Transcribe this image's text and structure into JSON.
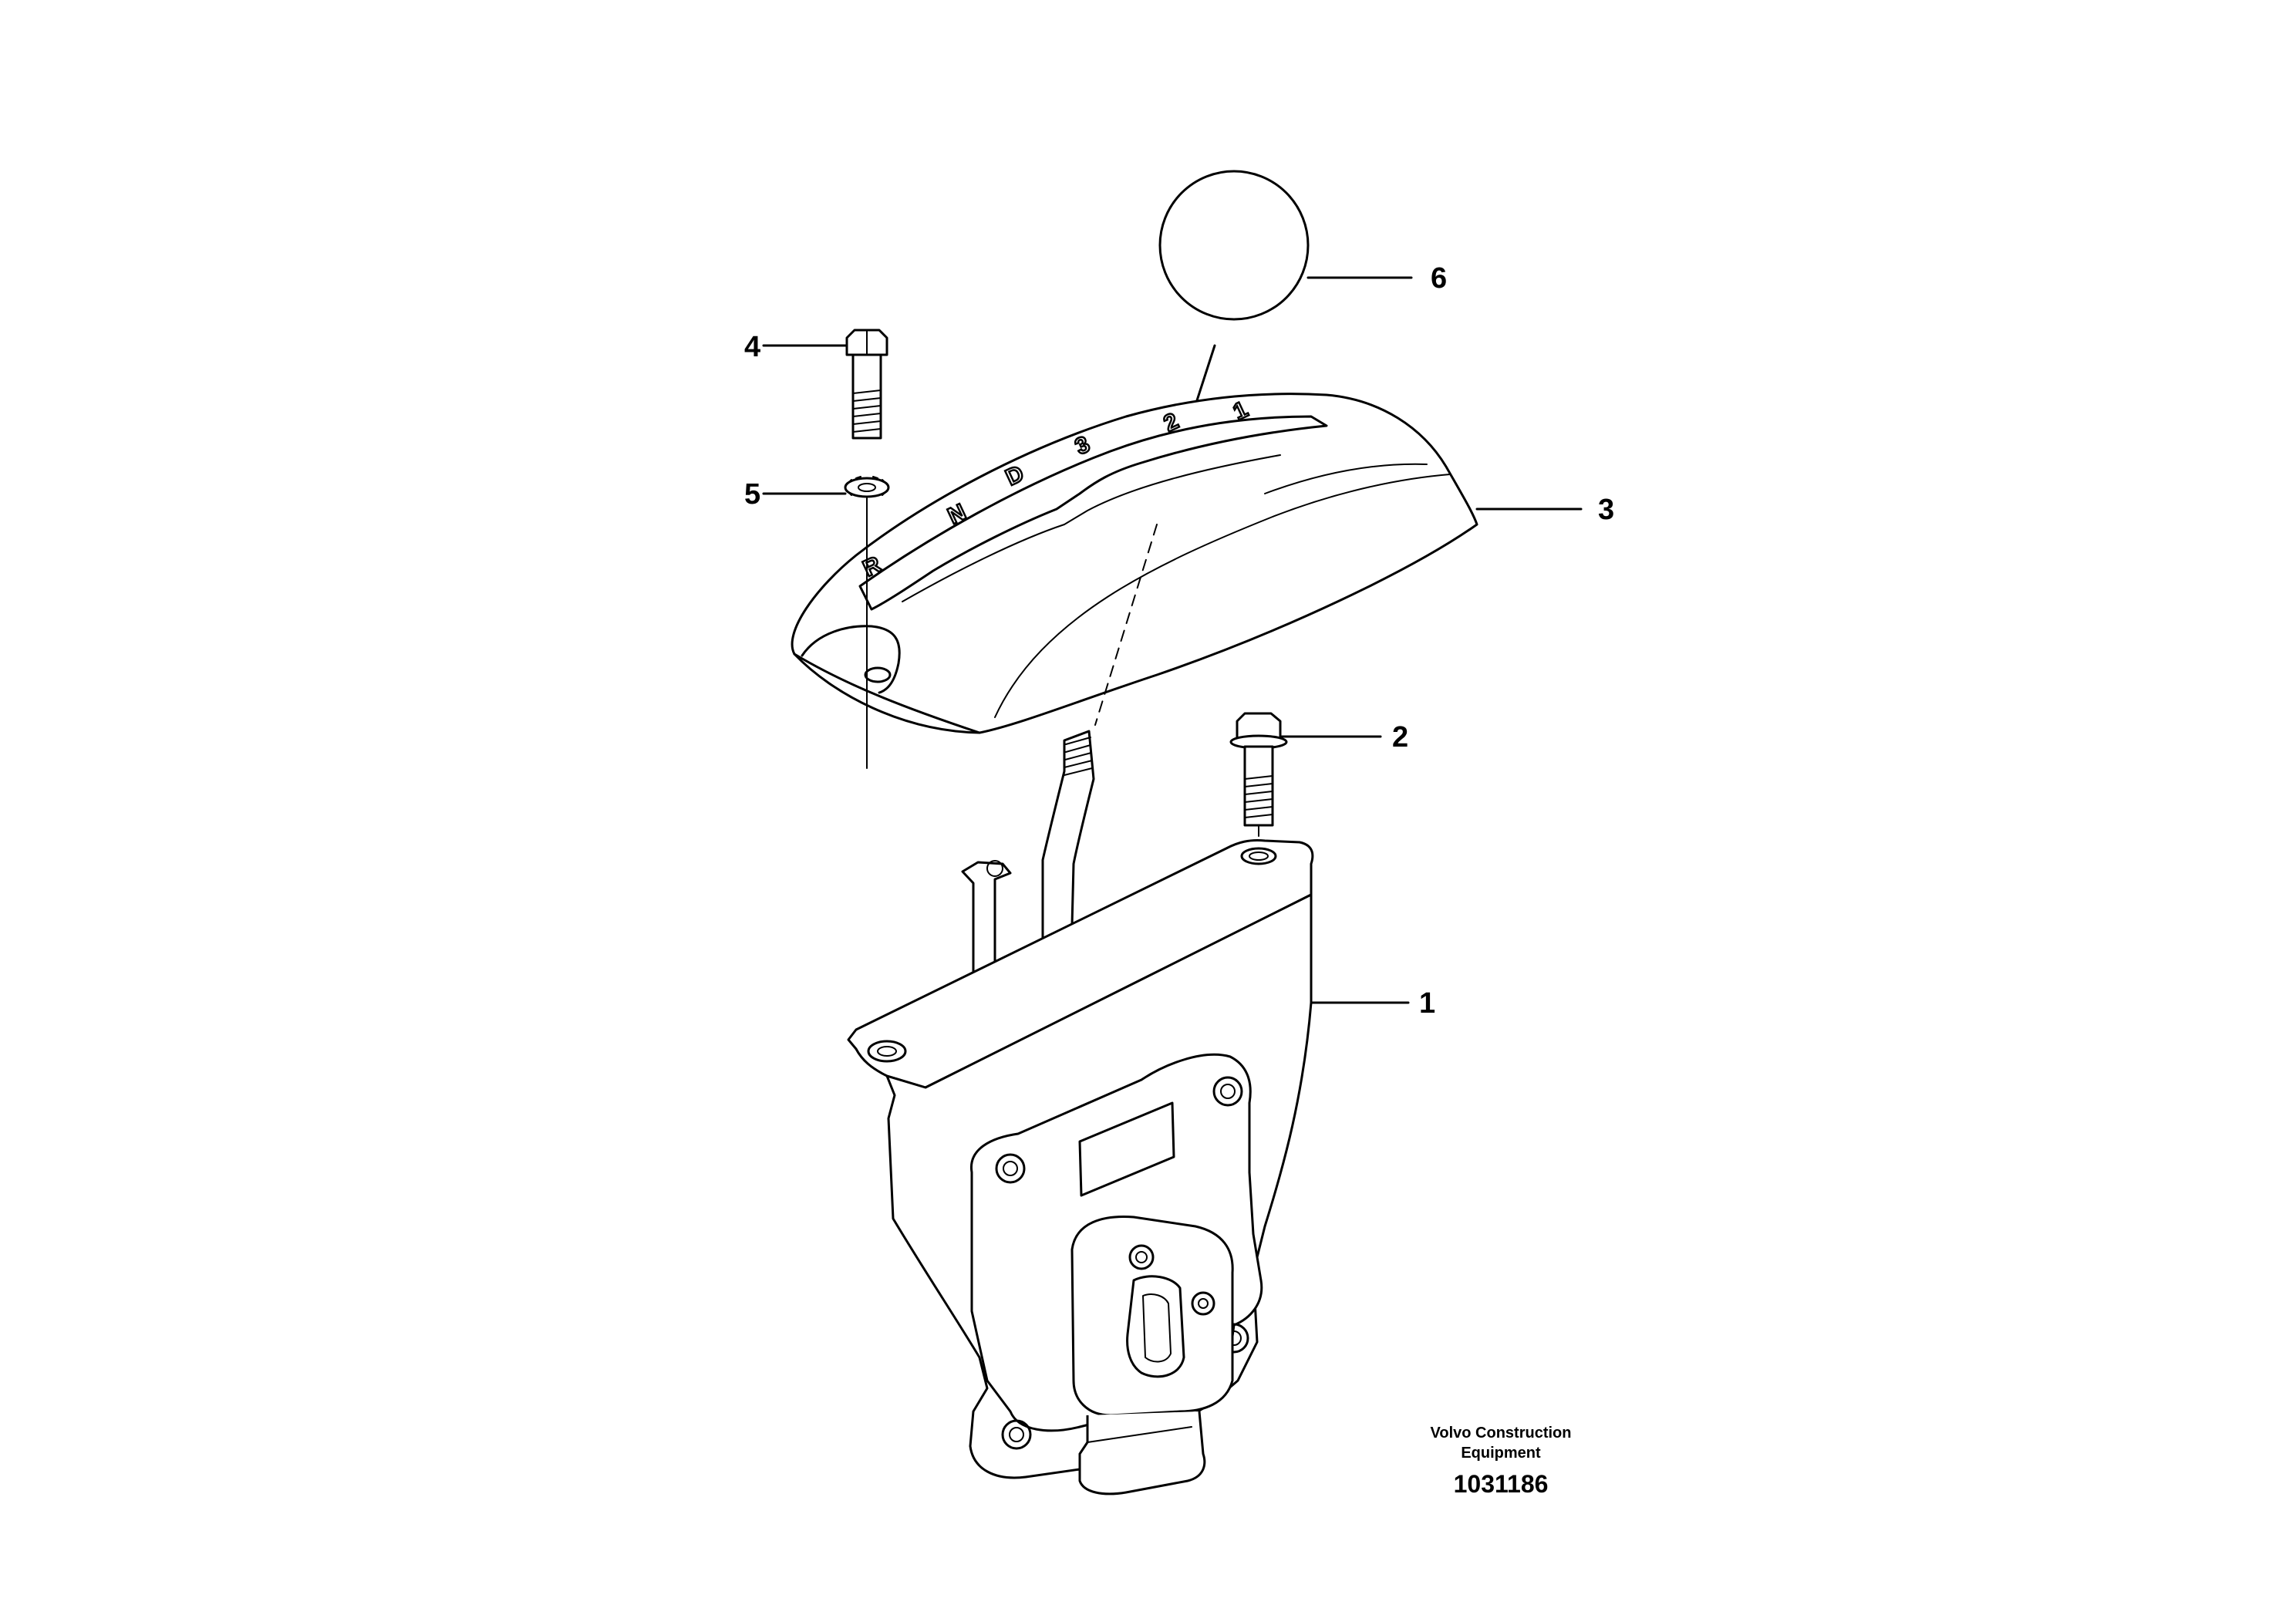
{
  "diagram": {
    "callouts": [
      {
        "id": "1",
        "label": "1"
      },
      {
        "id": "2",
        "label": "2"
      },
      {
        "id": "3",
        "label": "3"
      },
      {
        "id": "4",
        "label": "4"
      },
      {
        "id": "5",
        "label": "5"
      },
      {
        "id": "6",
        "label": "6"
      }
    ],
    "gear_markings": [
      "R",
      "N",
      "D",
      "3",
      "2",
      "1"
    ],
    "caption": {
      "line1": "Volvo Construction",
      "line2": "Equipment",
      "drawing_number": "1031186"
    }
  }
}
